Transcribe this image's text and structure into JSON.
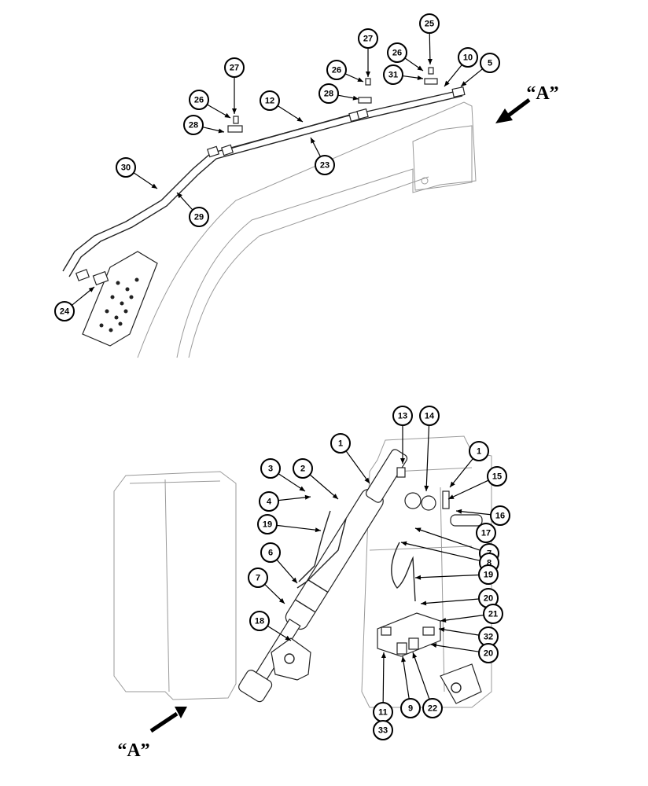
{
  "diagram": {
    "view_labels": [
      "“A”",
      "“A”"
    ],
    "upper_callouts": [
      "27",
      "25",
      "26",
      "10",
      "31",
      "5",
      "27",
      "26",
      "26",
      "28",
      "12",
      "28",
      "23",
      "30",
      "29",
      "24"
    ],
    "lower_callouts": [
      "13",
      "14",
      "1",
      "1",
      "3",
      "2",
      "15",
      "4",
      "16",
      "17",
      "19",
      "7",
      "6",
      "8",
      "19",
      "7",
      "20",
      "21",
      "18",
      "32",
      "20",
      "11",
      "9",
      "22",
      "33"
    ]
  }
}
